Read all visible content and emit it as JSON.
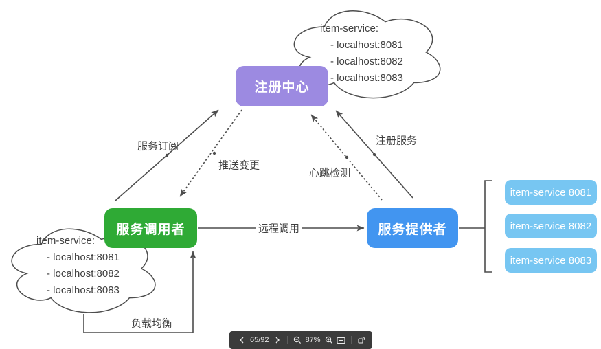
{
  "diagram": {
    "nodes": {
      "registry": {
        "label": "注册中心",
        "color": "#9c8ae1"
      },
      "consumer": {
        "label": "服务调用者",
        "color": "#2faa35"
      },
      "provider": {
        "label": "服务提供者",
        "color": "#4295f0"
      }
    },
    "top_cloud": {
      "title": "item-service:",
      "items": [
        "- localhost:8081",
        "- localhost:8082",
        "- localhost:8083"
      ]
    },
    "left_cloud": {
      "title": "item-service:",
      "items": [
        "- localhost:8081",
        "- localhost:8082",
        "- localhost:8083"
      ]
    },
    "instances": [
      {
        "label": "item-service 8081"
      },
      {
        "label": "item-service 8082"
      },
      {
        "label": "item-service 8083"
      }
    ],
    "instance_color": "#77c6f2",
    "edge_labels": {
      "subscribe": "服务订阅",
      "push_update": "推送变更",
      "heartbeat": "心跳检测",
      "register": "注册服务",
      "remote_call": "远程调用",
      "load_balance": "负载均衡"
    }
  },
  "toolbar": {
    "page_indicator": "65/92",
    "zoom_level": "87%"
  }
}
